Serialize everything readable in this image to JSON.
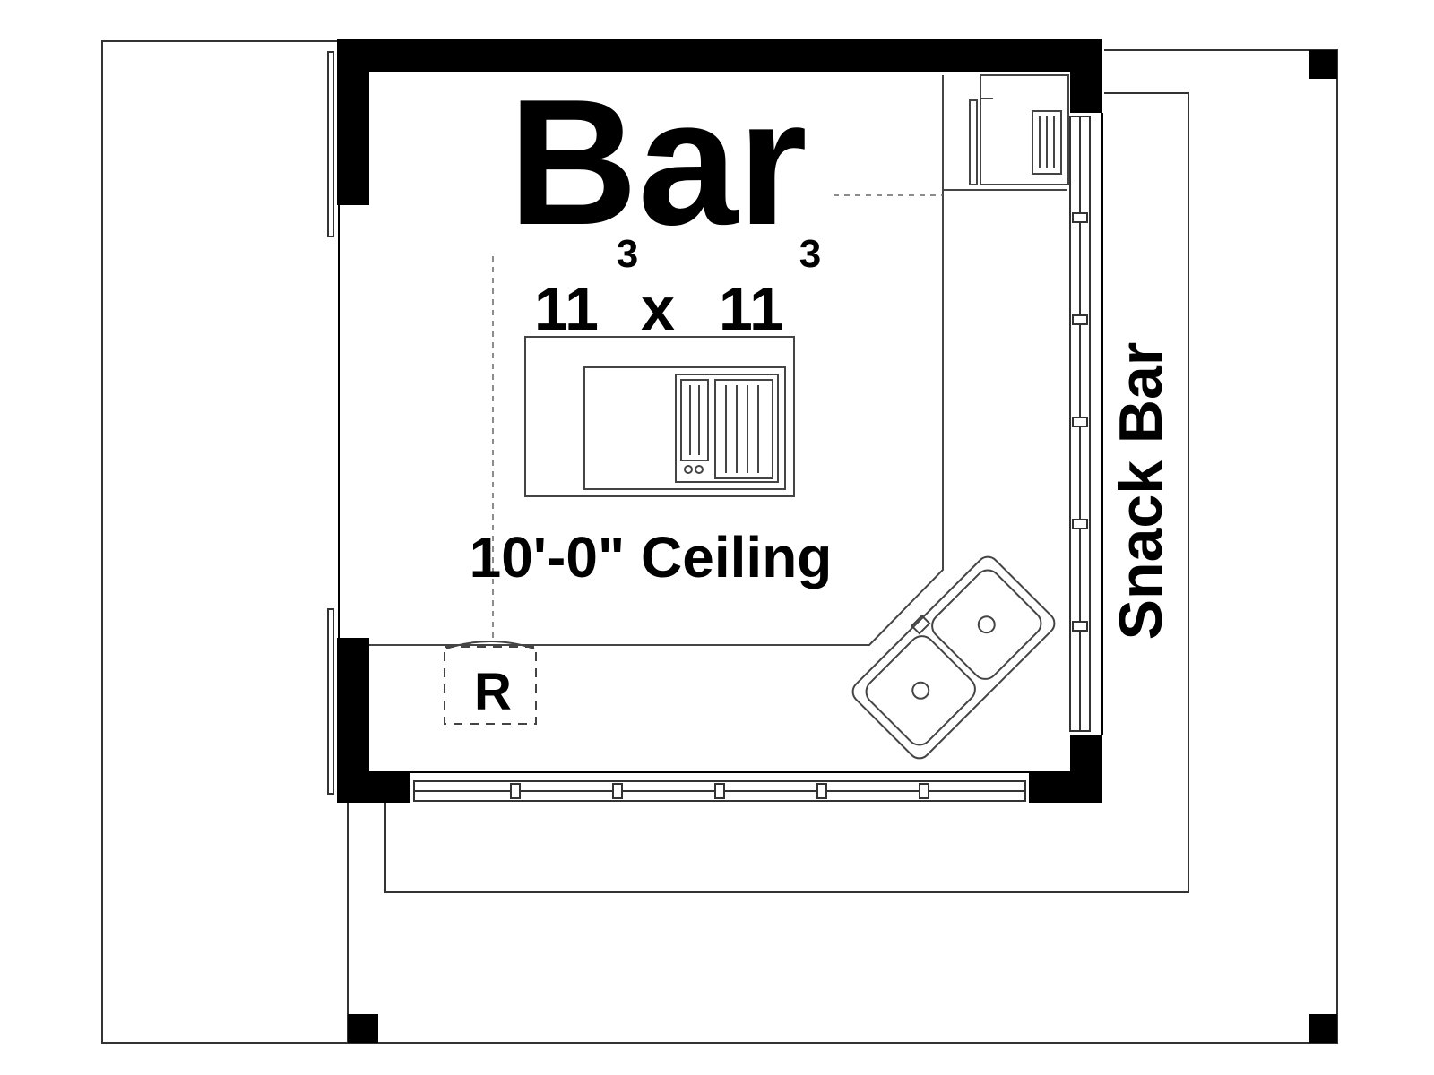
{
  "room": {
    "name": "Bar",
    "width_feet": "11",
    "width_inches": "3",
    "separator": "x",
    "depth_feet": "11",
    "depth_inches": "3",
    "ceiling": "10'-0\" Ceiling"
  },
  "side_label": "Snack Bar",
  "refrigerator_label": "R",
  "colors": {
    "wall": "#000000",
    "line": "#444444",
    "background": "#ffffff"
  }
}
